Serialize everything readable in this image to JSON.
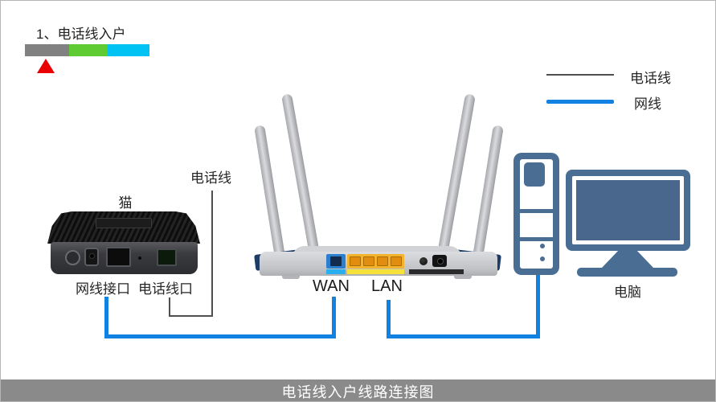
{
  "step": {
    "title": "1、电话线入户"
  },
  "progress": {
    "segments": [
      {
        "name": "step-1-current",
        "color": "#818181"
      },
      {
        "name": "step-2",
        "color": "#5ecb33"
      },
      {
        "name": "step-3",
        "color": "#00c3f4"
      }
    ],
    "marker_color": "#e90000"
  },
  "legend": {
    "items": [
      {
        "label": "电话线",
        "color": "#4f4f4f"
      },
      {
        "label": "网线",
        "color": "#1181e2"
      }
    ]
  },
  "modem": {
    "label": "猫",
    "port_labels": [
      "网线接口",
      "电话线口"
    ]
  },
  "phone_line": {
    "label": "电话线"
  },
  "router": {
    "wan_label": "WAN",
    "lan_label": "LAN"
  },
  "computer": {
    "label": "电脑"
  },
  "footer": {
    "title": "电话线入户线路连接图",
    "background": "#8a8a8a"
  },
  "colors": {
    "phone_cable": "#4f4f4f",
    "network_cable": "#1181e2"
  }
}
